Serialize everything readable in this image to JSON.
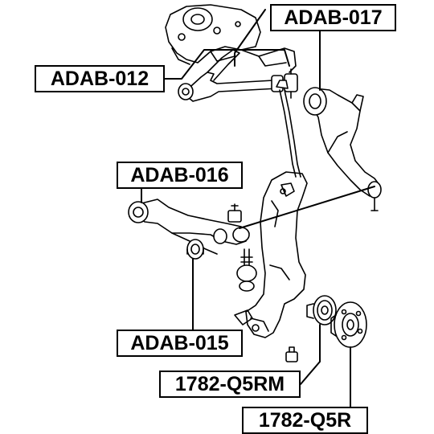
{
  "labels": {
    "adab_017": "ADAB-017",
    "adab_012": "ADAB-012",
    "adab_016": "ADAB-016",
    "adab_015": "ADAB-015",
    "q5rm": "1782-Q5RM",
    "q5r": "1782-Q5R"
  }
}
